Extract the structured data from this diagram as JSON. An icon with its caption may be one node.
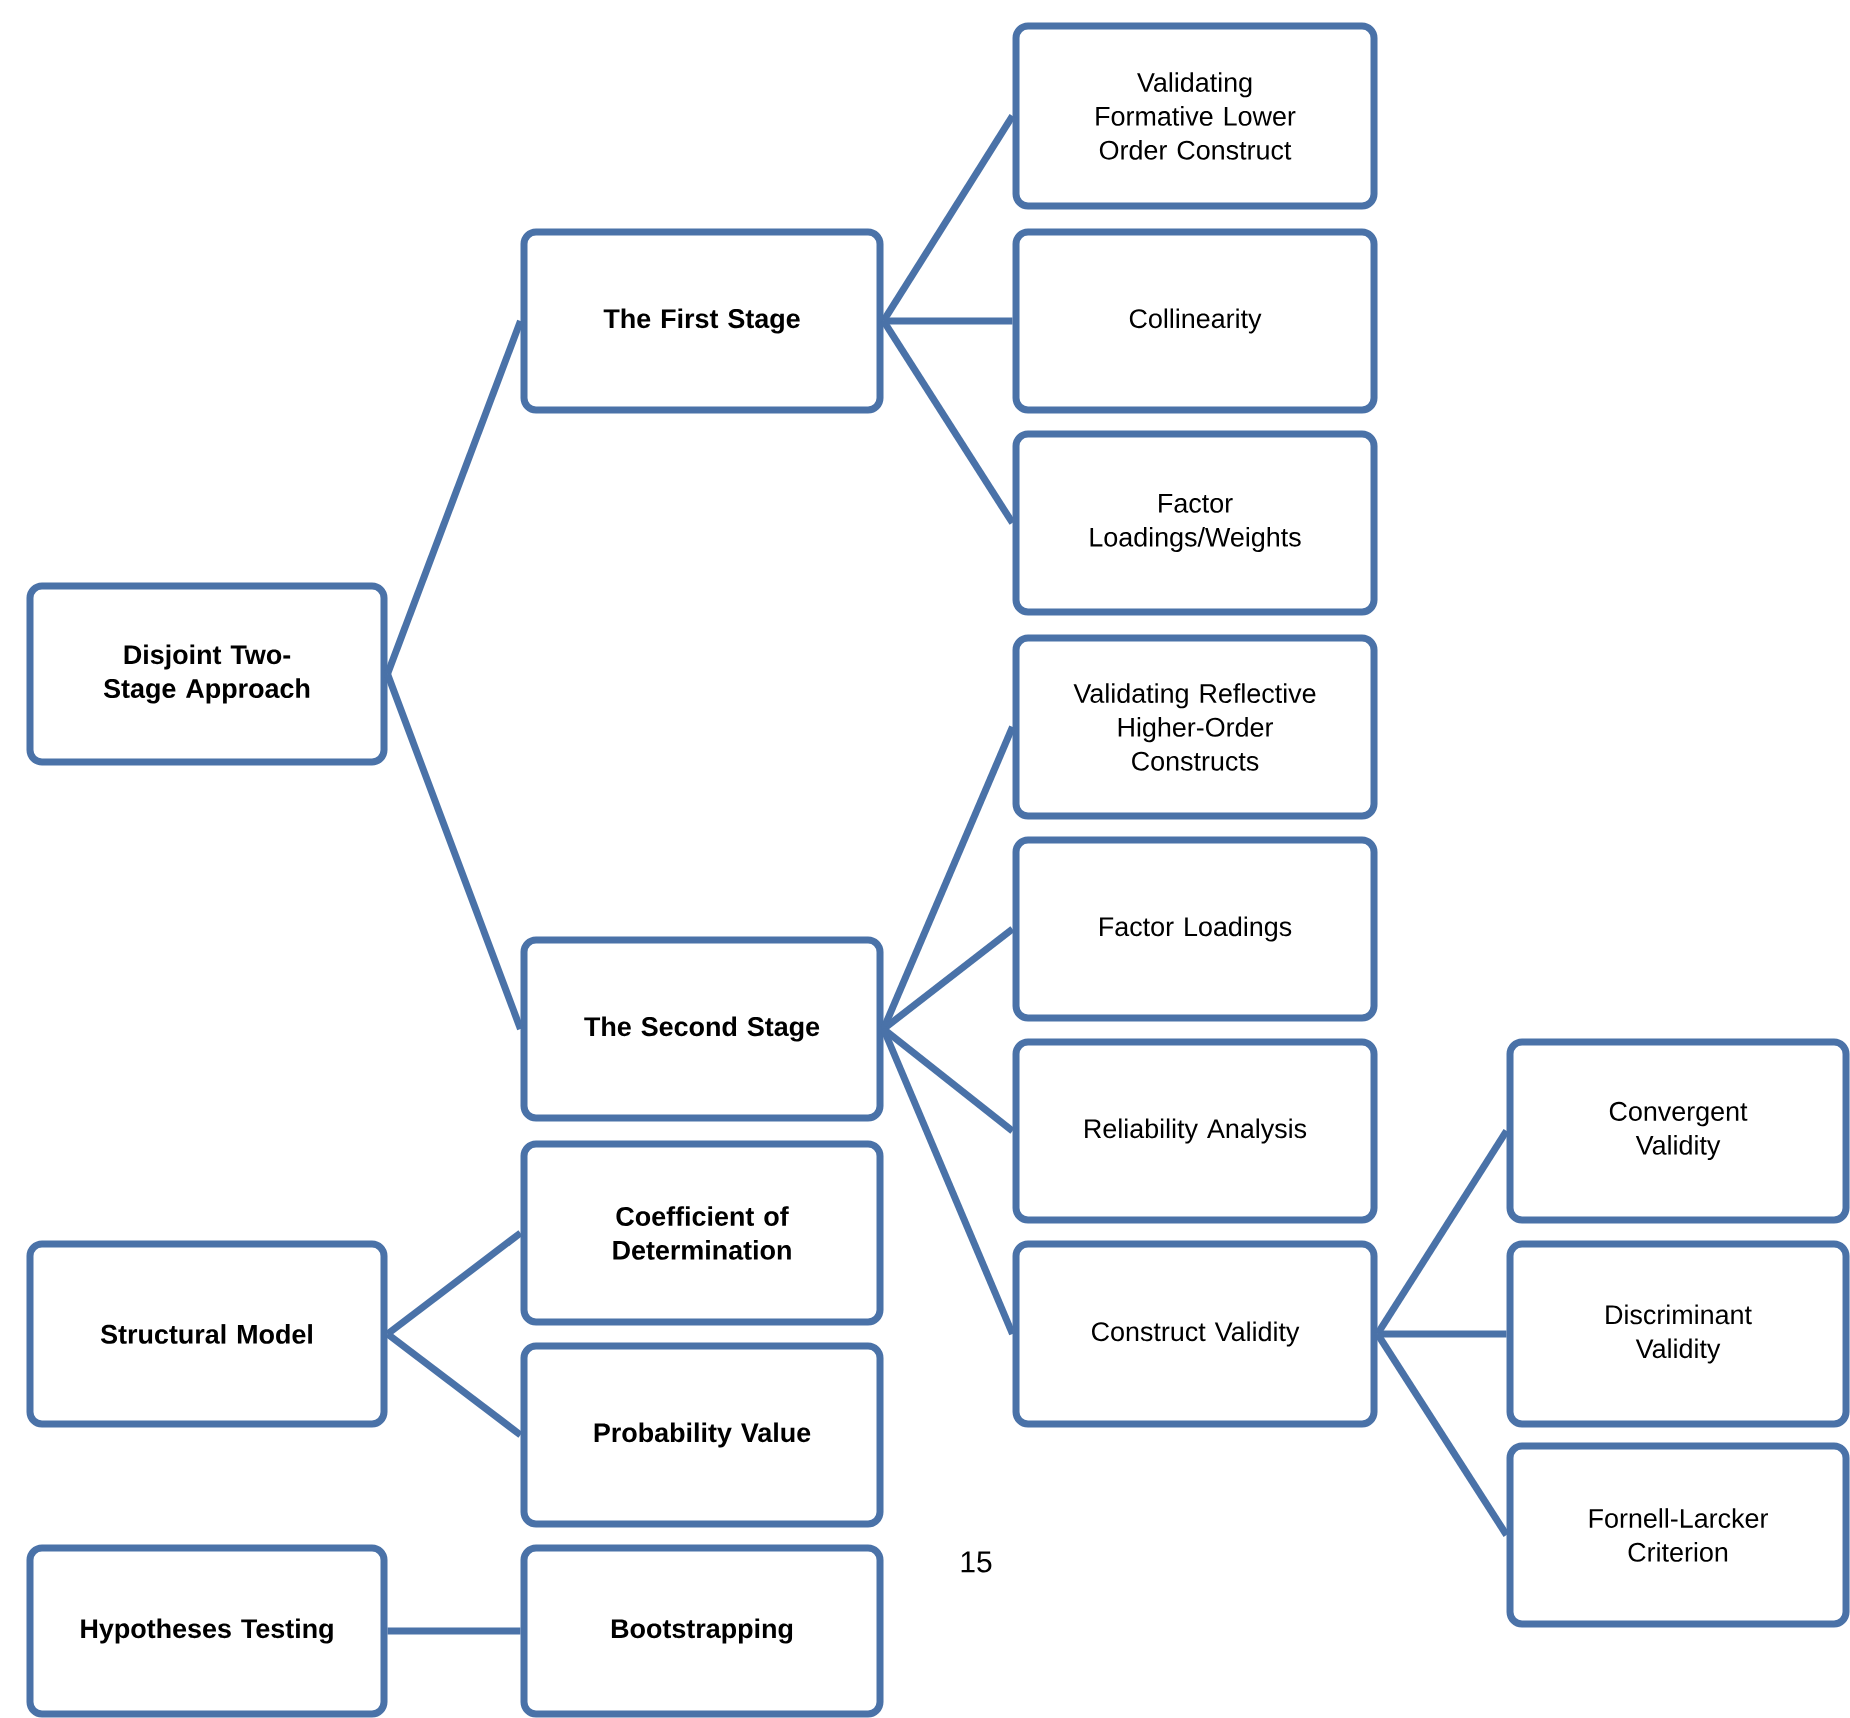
{
  "diagram": {
    "nodes": [
      {
        "text": [
          "Disjoint Two-Stage Approach"
        ]
      },
      {
        "text": [
          "The First Stage"
        ]
      },
      {
        "text": [
          "Validating Formative Lower Order Construct"
        ]
      },
      {
        "text": [
          "Collinearity"
        ]
      },
      {
        "text": [
          "Factor Loadings/Weights"
        ]
      },
      {
        "text": [
          "The Second Stage"
        ]
      },
      {
        "text": [
          "Validating Reflective Higher-Order Constructs"
        ]
      },
      {
        "text": [
          "Factor Loadings"
        ]
      },
      {
        "text": [
          "Reliability Analysis"
        ]
      },
      {
        "text": [
          "Construct Validity"
        ]
      },
      {
        "text": [
          "Convergent Validity"
        ]
      },
      {
        "text": [
          "Discriminant Validity"
        ]
      },
      {
        "text": [
          "Fornell-Larcker Criterion"
        ]
      },
      {
        "text": [
          "Structural Model"
        ]
      },
      {
        "text": [
          "Coefficient of Determination"
        ]
      },
      {
        "text": [
          "Probability Value"
        ]
      },
      {
        "text": [
          "Hypotheses Testing"
        ]
      },
      {
        "text": [
          "Bootstrapping"
        ]
      }
    ],
    "edges": [
      {
        "from": 0,
        "to": 1,
        "arrow": "none"
      },
      {
        "from": 0,
        "to": 5,
        "arrow": "none"
      },
      {
        "from": 1,
        "to": 2,
        "arrow": "none"
      },
      {
        "from": 1,
        "to": 3,
        "arrow": "none"
      },
      {
        "from": 1,
        "to": 4,
        "arrow": "none"
      },
      {
        "from": 5,
        "to": 6,
        "arrow": "none"
      },
      {
        "from": 5,
        "to": 7,
        "arrow": "none"
      },
      {
        "from": 5,
        "to": 8,
        "arrow": "none"
      },
      {
        "from": 5,
        "to": 9,
        "arrow": "none"
      },
      {
        "from": 9,
        "to": 10,
        "arrow": "none"
      },
      {
        "from": 9,
        "to": 11,
        "arrow": "none"
      },
      {
        "from": 9,
        "to": 12,
        "arrow": "none"
      },
      {
        "from": 13,
        "to": 14,
        "arrow": "none"
      },
      {
        "from": 13,
        "to": 15,
        "arrow": "none"
      },
      {
        "from": 16,
        "to": 17,
        "arrow": "none"
      }
    ],
    "labels": [
      "15"
    ]
  }
}
